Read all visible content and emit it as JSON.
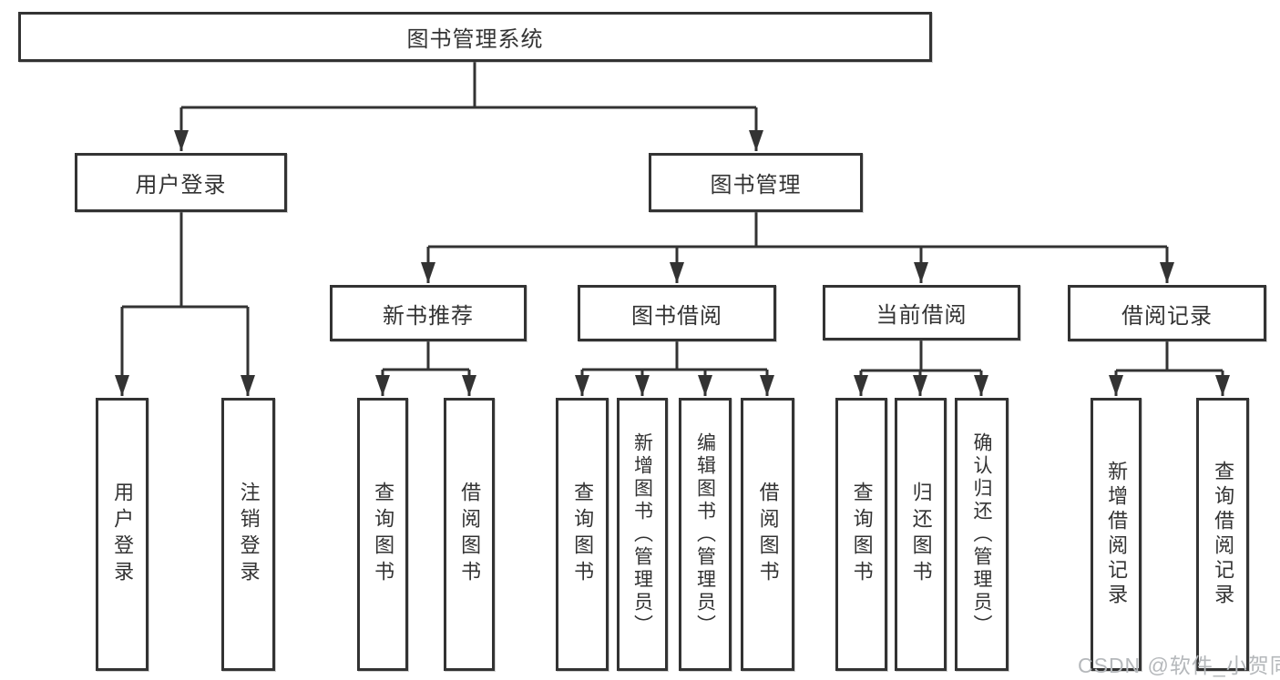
{
  "diagram": {
    "tree": {
      "label": "图书管理系统",
      "children": [
        {
          "label": "用户登录",
          "children": [
            {
              "label": "用户登录"
            },
            {
              "label": "注销登录"
            }
          ]
        },
        {
          "label": "图书管理",
          "children": [
            {
              "label": "新书推荐",
              "children": [
                {
                  "label": "查询图书"
                },
                {
                  "label": "借阅图书"
                }
              ]
            },
            {
              "label": "图书借阅",
              "children": [
                {
                  "label": "查询图书"
                },
                {
                  "label": "新增图书（管理员）"
                },
                {
                  "label": "编辑图书（管理员）"
                },
                {
                  "label": "借阅图书"
                }
              ]
            },
            {
              "label": "当前借阅",
              "children": [
                {
                  "label": "查询图书"
                },
                {
                  "label": "归还图书"
                },
                {
                  "label": "确认归还（管理员）"
                }
              ]
            },
            {
              "label": "借阅记录",
              "children": [
                {
                  "label": "新增借阅记录"
                },
                {
                  "label": "查询借阅记录"
                }
              ]
            }
          ]
        }
      ]
    }
  },
  "watermark": {
    "text": "CSDN @软件_小贺同学"
  },
  "colors": {
    "line": "#333333",
    "text": "#333333",
    "box_background": "#ffffff",
    "watermark": "#b5b8bb",
    "background": "#ffffff"
  }
}
